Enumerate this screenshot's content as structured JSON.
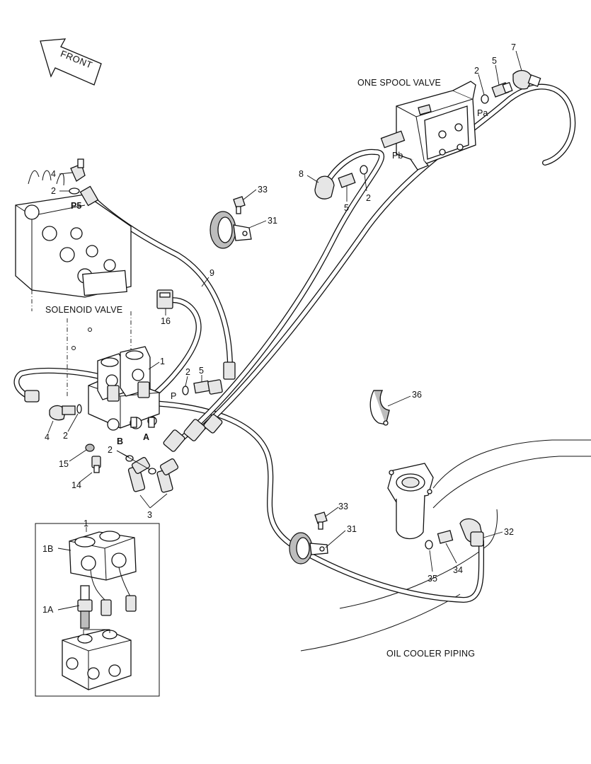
{
  "sections": {
    "one_spool_valve": "ONE SPOOL VALVE",
    "solenoid_valve": "SOLENOID VALVE",
    "oil_cooler_piping": "OIL COOLER PIPING"
  },
  "front_arrow": "FRONT",
  "callouts": {
    "c7": "7",
    "c5_top": "5",
    "c2_top": "2",
    "c8": "8",
    "c5_mid": "5",
    "c2_mid": "2",
    "c33_top": "33",
    "c31_top": "31",
    "c4_top": "4",
    "c2_sol": "2",
    "c9": "9",
    "c16": "16",
    "c1": "1",
    "c2_p": "2",
    "c5_p": "5",
    "c4_bot": "4",
    "c2_bot": "2",
    "c15": "15",
    "c14": "14",
    "c2_ab": "2",
    "c3": "3",
    "c36": "36",
    "c33_bot": "33",
    "c31_bot": "31",
    "c32": "32",
    "c34": "34",
    "c35": "35",
    "inset_1": "1",
    "inset_1B": "1B",
    "inset_1A": "1A"
  },
  "ports": {
    "pa": "Pa",
    "pb": "Pb",
    "p5": "P5",
    "p": "P",
    "a": "A",
    "b": "B"
  }
}
